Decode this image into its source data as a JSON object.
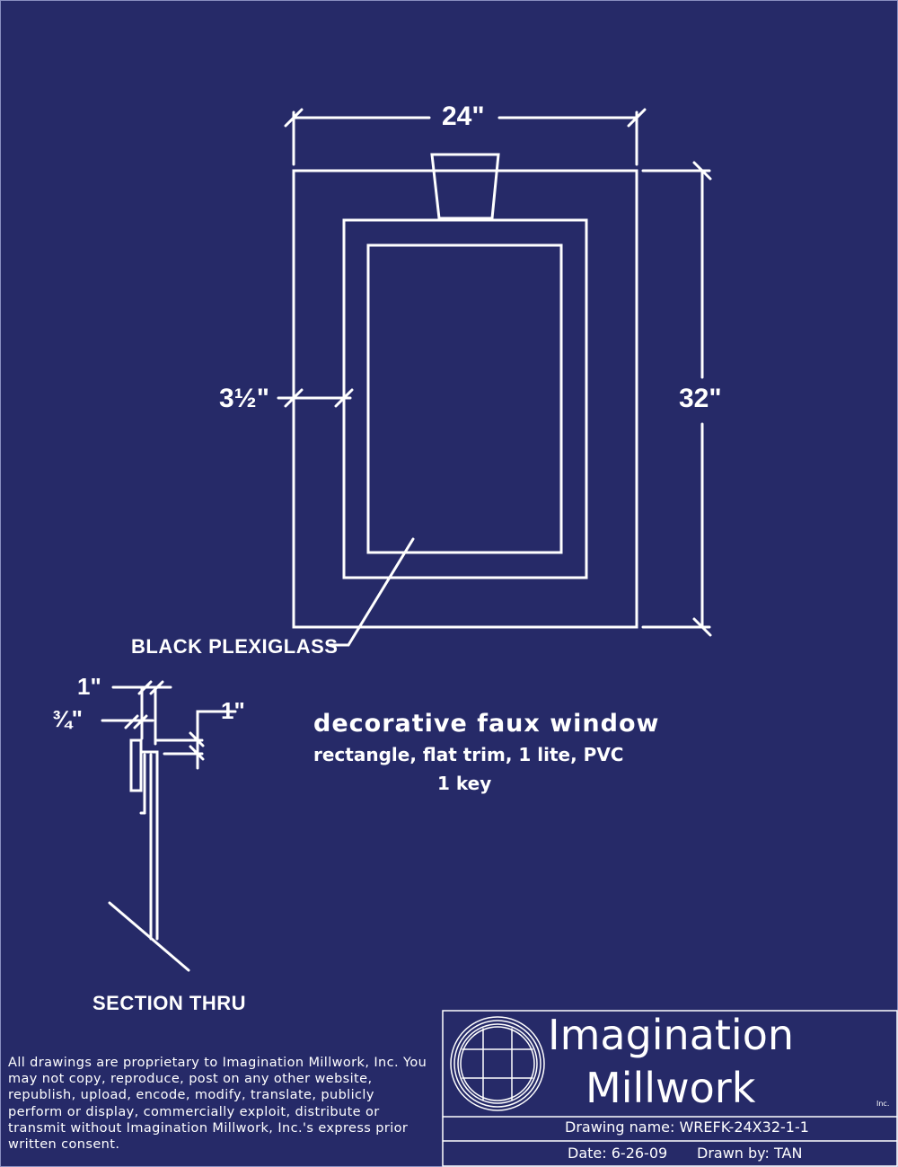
{
  "dimensions": {
    "width": "24\"",
    "height": "32\"",
    "trim": "3½\"",
    "section_top": "1\"",
    "section_mid": "¾\"",
    "section_right": "1\""
  },
  "labels": {
    "glass": "BLACK PLEXIGLASS",
    "section": "SECTION THRU"
  },
  "description": {
    "title": "decorative faux window",
    "subtitle": "rectangle, flat trim, 1 lite, PVC",
    "extra": "1 key"
  },
  "disclaimer": "All drawings are proprietary to Imagination Millwork, Inc. You may not copy, reproduce, post on any other website, republish, upload, encode, modify, translate, publicly perform or display, commercially exploit, distribute or transmit without Imagination Millwork, Inc.'s express prior written consent.",
  "title_block": {
    "company_line1": "Imagination",
    "company_line2": "Millwork",
    "company_suffix": "Inc.",
    "drawing_name_label": "Drawing name:",
    "drawing_name": "WREFK-24X32-1-1",
    "date_label": "Date:",
    "date": "6-26-09",
    "drawn_by_label": "Drawn by:",
    "drawn_by": "TAN"
  },
  "colors": {
    "background": "#262a68",
    "lines": "#ffffff"
  }
}
